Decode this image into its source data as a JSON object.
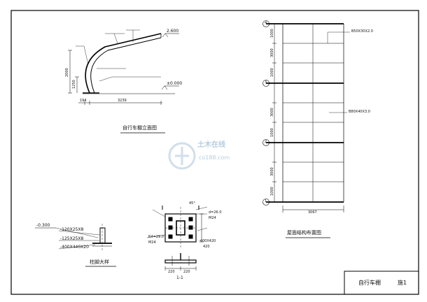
{
  "elevation": {
    "title": "自行车棚立面图",
    "level_top": "2.600",
    "level_ground": "±0.000",
    "dim_span": "3239",
    "dim_offset": "194",
    "dim_height_total": "2000",
    "dim_height_lower": "1250"
  },
  "roof_plan": {
    "title": "屋面结构布置图",
    "dims_left": [
      "1000",
      "3000",
      "1000",
      "3000",
      "1000",
      "3000",
      "1000"
    ],
    "dim_bottom": "3067",
    "member_upper": "B50X30X2.0",
    "member_lower": "B80X40X3.0",
    "axes": [
      "4",
      "3",
      "2",
      "1"
    ]
  },
  "column_base": {
    "title": "柱脚大样",
    "level": "-0.300",
    "plates": [
      "-120X25X8",
      "-125X25X8",
      "-400X440X20"
    ]
  },
  "base_plate": {
    "section_label": "1-1",
    "angle": "45°",
    "hole": "d=26.0",
    "radius": "R4=29.0",
    "bolt": "M24",
    "plate": "-400X420",
    "dim_total": "420",
    "dim_parts": [
      "220",
      "220"
    ]
  },
  "title_block": {
    "name": "自行车棚",
    "sheet": "施1"
  },
  "watermark": {
    "brand": "土木在线",
    "site": "co188.com"
  }
}
